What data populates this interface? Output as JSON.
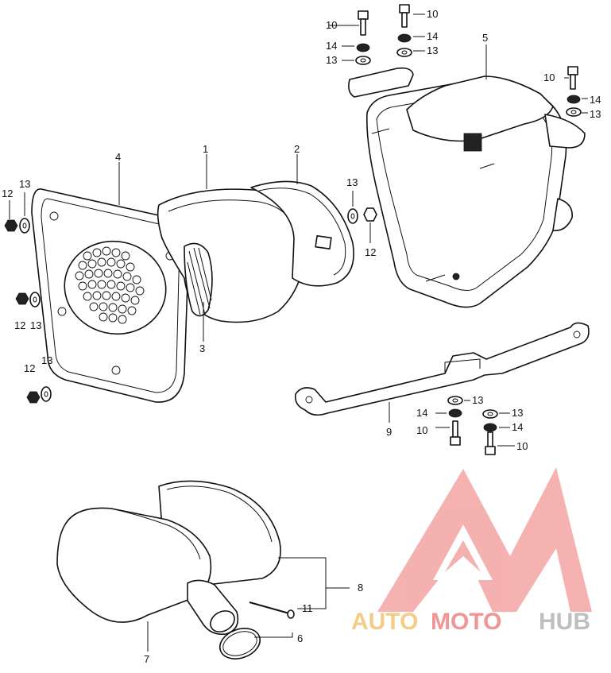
{
  "callouts": [
    {
      "id": "c1",
      "text": "1"
    },
    {
      "id": "c2",
      "text": "2"
    },
    {
      "id": "c3",
      "text": "3"
    },
    {
      "id": "c4",
      "text": "4"
    },
    {
      "id": "c5",
      "text": "5"
    },
    {
      "id": "c6",
      "text": "6"
    },
    {
      "id": "c7",
      "text": "7"
    },
    {
      "id": "c8",
      "text": "8"
    },
    {
      "id": "c9",
      "text": "9"
    },
    {
      "id": "c11",
      "text": "11"
    },
    {
      "id": "c10a",
      "text": "10"
    },
    {
      "id": "c10b",
      "text": "10"
    },
    {
      "id": "c10c",
      "text": "10"
    },
    {
      "id": "c10d",
      "text": "10"
    },
    {
      "id": "c10e",
      "text": "10"
    },
    {
      "id": "c12a",
      "text": "12"
    },
    {
      "id": "c12b",
      "text": "12"
    },
    {
      "id": "c12c",
      "text": "12"
    },
    {
      "id": "c12d",
      "text": "12"
    },
    {
      "id": "c13a",
      "text": "13"
    },
    {
      "id": "c13b",
      "text": "13"
    },
    {
      "id": "c13c",
      "text": "13"
    },
    {
      "id": "c13d",
      "text": "13"
    },
    {
      "id": "c13e",
      "text": "13"
    },
    {
      "id": "c13f",
      "text": "13"
    },
    {
      "id": "c13g",
      "text": "13"
    },
    {
      "id": "c13h",
      "text": "13"
    },
    {
      "id": "c13i",
      "text": "13"
    },
    {
      "id": "c14a",
      "text": "14"
    },
    {
      "id": "c14b",
      "text": "14"
    },
    {
      "id": "c14c",
      "text": "14"
    },
    {
      "id": "c14d",
      "text": "14"
    },
    {
      "id": "c14e",
      "text": "14"
    }
  ],
  "watermark": {
    "part1": "AUTO",
    "part2": "MOTO",
    "part3": "HUB",
    "color_primary": "#f08a8a",
    "color_secondary": "#f5c77a",
    "color_tertiary": "#b9b9b9"
  }
}
